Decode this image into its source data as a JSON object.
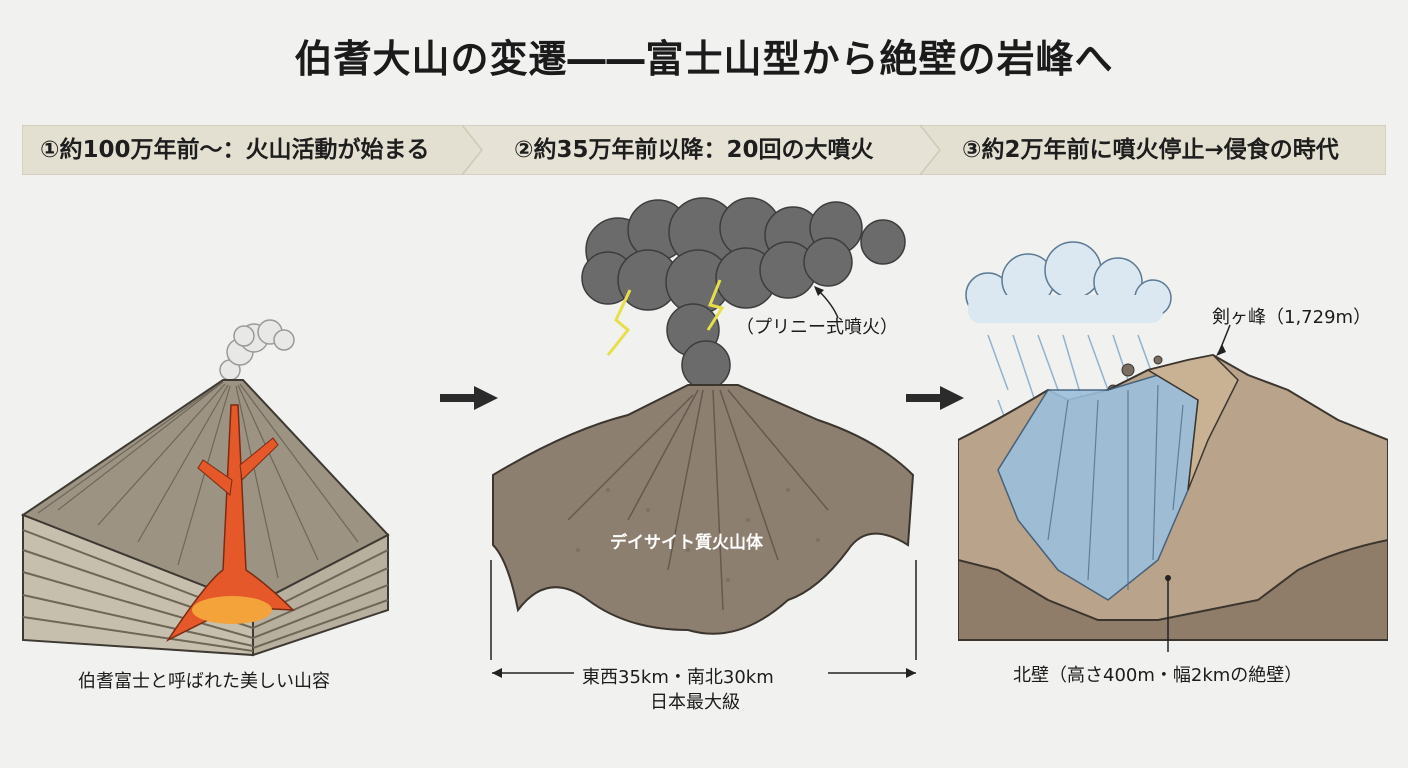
{
  "title": "伯耆大山の変遷――富士山型から絶壁の岩峰へ",
  "stages": [
    {
      "label": "①約100万年前〜：火山活動が始まる"
    },
    {
      "label": "②約35万年前以降：20回の大噴火"
    },
    {
      "label": "③約2万年前に噴火停止→侵食の時代"
    }
  ],
  "scene1": {
    "caption": "伯耆富士と呼ばれた美しい山容"
  },
  "scene2": {
    "eruption_label": "（プリニー式噴火）",
    "body_label": "デイサイト質火山体",
    "size_line1": "東西35km・南北30km",
    "size_line2": "日本最大級"
  },
  "scene3": {
    "peak_label": "剣ヶ峰（1,729m）",
    "wall_label": "北壁（高さ400m・幅2kmの絶壁）"
  },
  "colors": {
    "banner": "#e3e0d2",
    "banner_edge": "#cfcab8",
    "lava": "#e4582a",
    "ash": "#6b6b6b",
    "rock": "#8d7f70",
    "water": "#9cc0dc"
  }
}
